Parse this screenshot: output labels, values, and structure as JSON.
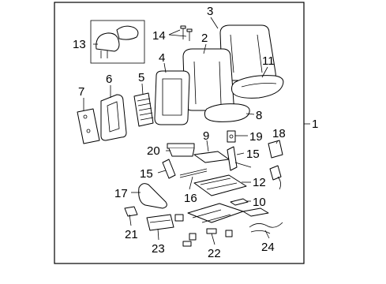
{
  "callouts": {
    "c1": "1",
    "c2": "2",
    "c3": "3",
    "c4": "4",
    "c5": "5",
    "c6": "6",
    "c7": "7",
    "c8": "8",
    "c9": "9",
    "c10": "10",
    "c11": "11",
    "c12": "12",
    "c13": "13",
    "c14": "14",
    "c15a": "15",
    "c15b": "15",
    "c16": "16",
    "c17": "17",
    "c18": "18",
    "c19": "19",
    "c20": "20",
    "c21": "21",
    "c22": "22",
    "c23": "23",
    "c24": "24"
  }
}
